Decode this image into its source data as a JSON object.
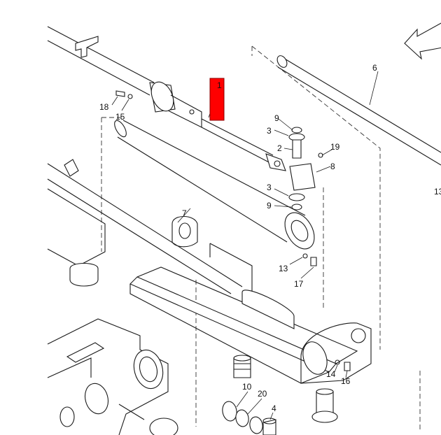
{
  "colors": {
    "line": "#1a1a1a",
    "highlight": "#ff0000",
    "highlight_border": "#8b0000",
    "background": "#ffffff"
  },
  "icons": {
    "direction": "direction-arrow-icon"
  },
  "callouts": {
    "c1": "1",
    "c2": "2",
    "c3a": "3",
    "c3b": "3",
    "c4": "4",
    "c6": "6",
    "c7": "7",
    "c8": "8",
    "c9a": "9",
    "c9b": "9",
    "c10": "10",
    "c13a": "13",
    "c13b": "13",
    "c14": "14",
    "c15": "15",
    "c16": "16",
    "c17": "17",
    "c18": "18",
    "c19": "19",
    "c20": "20"
  }
}
